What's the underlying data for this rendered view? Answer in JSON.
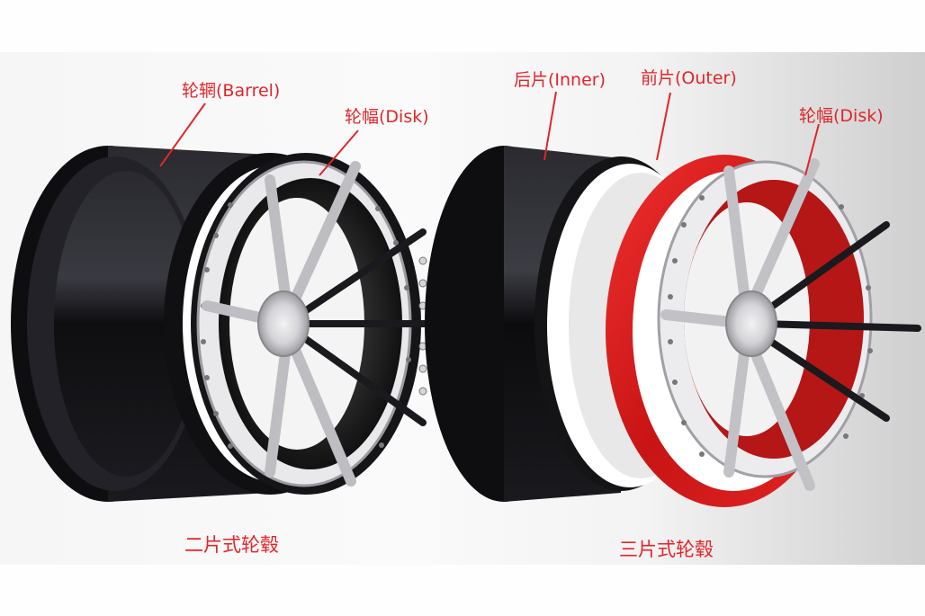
{
  "diagram": {
    "subject": "Multi-piece wheel rim construction comparison",
    "colors": {
      "label": "#e0262a",
      "barrel_black": "#151518",
      "outer_red": "#d81e1e",
      "inner_white": "#ffffff",
      "disk_silver": "#c9c9cc",
      "background_band": "#f5f5f5"
    },
    "two_piece": {
      "caption": "二片式轮毂",
      "labels": {
        "barrel": "轮辋(Barrel)",
        "disk": "轮幅(Disk)"
      }
    },
    "three_piece": {
      "caption": "三片式轮毂",
      "labels": {
        "inner": "后片(Inner)",
        "outer": "前片(Outer)",
        "disk": "轮幅(Disk)"
      }
    }
  }
}
